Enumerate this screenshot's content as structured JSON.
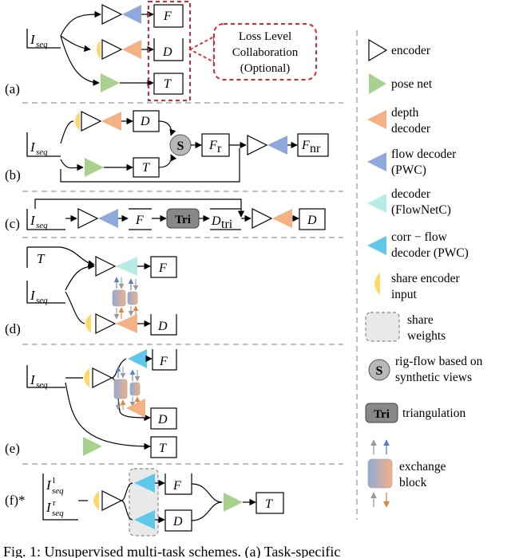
{
  "colors": {
    "pose": "#a9d18e",
    "depth": "#f4b183",
    "flow": "#8fa9dc",
    "flownetc": "#b7ece6",
    "corrflow": "#5ec8ea",
    "share_input": "#ffd966",
    "red_dash": "#e8202a",
    "gray_line": "#b0b0b0"
  },
  "panels": {
    "a": {
      "label": "(a)",
      "input_I": "I",
      "input_sub": "seq",
      "out_F": "F",
      "out_D": "D",
      "out_T": "T",
      "callout": [
        "Loss Level",
        "Collaboration",
        "(Optional)"
      ]
    },
    "b": {
      "label": "(b)",
      "input_I": "I",
      "input_sub": "seq",
      "out_D": "D",
      "out_T": "T",
      "s": "S",
      "fr_F": "F",
      "fr_sub": "r",
      "fnr_F": "F",
      "fnr_sub": "nr"
    },
    "c": {
      "label": "(c)",
      "input_I": "I",
      "input_sub": "seq",
      "out_F": "F",
      "tri": "Tri",
      "dtri_D": "D",
      "dtri_sub": "tri",
      "out_D": "D"
    },
    "d": {
      "label": "(d)",
      "input_T": "T",
      "input_I": "I",
      "input_sub": "seq",
      "out_F": "F",
      "out_D": "D"
    },
    "e": {
      "label": "(e)",
      "input_I": "I",
      "input_sub": "seq",
      "out_F": "F",
      "out_D": "D",
      "out_T": "T"
    },
    "f": {
      "label": "(f)*",
      "in1_I": "I",
      "in1_sub": "seq",
      "in1_sup": "l",
      "in2_I": "I",
      "in2_sub": "seq",
      "in2_sup": "r",
      "out_F": "F",
      "out_D": "D",
      "out_T": "T"
    }
  },
  "legend": {
    "encoder": "encoder",
    "pose": "pose net",
    "depth": [
      "depth",
      "decoder"
    ],
    "flow": [
      "flow decoder",
      "(PWC)"
    ],
    "flownetc": [
      "decoder",
      "(FlowNetC)"
    ],
    "corrflow": [
      "corr − flow",
      "decoder (PWC)"
    ],
    "share_input": [
      "share encoder",
      "input"
    ],
    "share_weights": [
      "share",
      "weights"
    ],
    "rigflow": [
      "rig-flow based on",
      "synthetic views"
    ],
    "rigflow_symbol": "S",
    "tri": "triangulation",
    "tri_symbol": "Tri",
    "exchange": [
      "exchange",
      "block"
    ]
  },
  "caption": "Fig. 1: Unsupervised multi-task schemes. (a) Task-specific"
}
